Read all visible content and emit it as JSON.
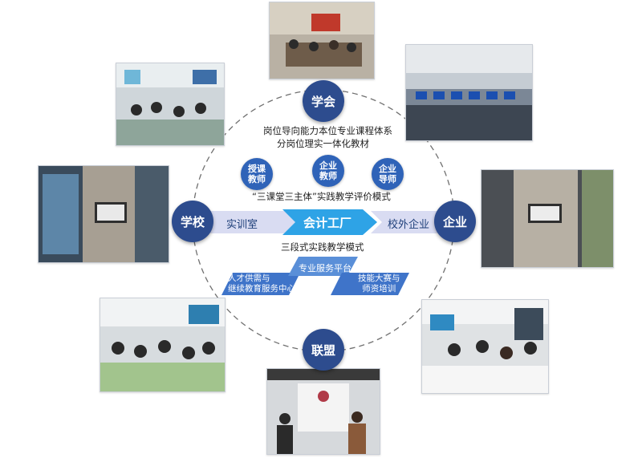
{
  "ring": {
    "top": "学会",
    "left": "学校",
    "right": "企业",
    "bottom": "联盟"
  },
  "captions": {
    "curriculum": "岗位导向能力本位专业课程体系",
    "textbook": "分岗位理实一体化教材",
    "evaluation": "“三课堂三主体”实践教学评价模式",
    "three_stage": "三段式实践教学模式"
  },
  "teachers": [
    {
      "line1": "授课",
      "line2": "教师"
    },
    {
      "line1": "企业",
      "line2": "教师"
    },
    {
      "line1": "企业",
      "line2": "导师"
    }
  ],
  "band": {
    "left": "实训室",
    "center": "会计工厂",
    "right": "校外企业"
  },
  "platforms": {
    "left_line1": "人才供需与",
    "left_line2": "继续教育服务中心",
    "center": "专业服务平台",
    "right_line1": "技能大赛与",
    "right_line2": "师资培训"
  },
  "colors": {
    "node": "#2d4c8e",
    "teacher": "#2f63b8",
    "band_light": "#d9dcf2",
    "band_accent": "#2ea3e6",
    "platform": "#3f74c9"
  }
}
